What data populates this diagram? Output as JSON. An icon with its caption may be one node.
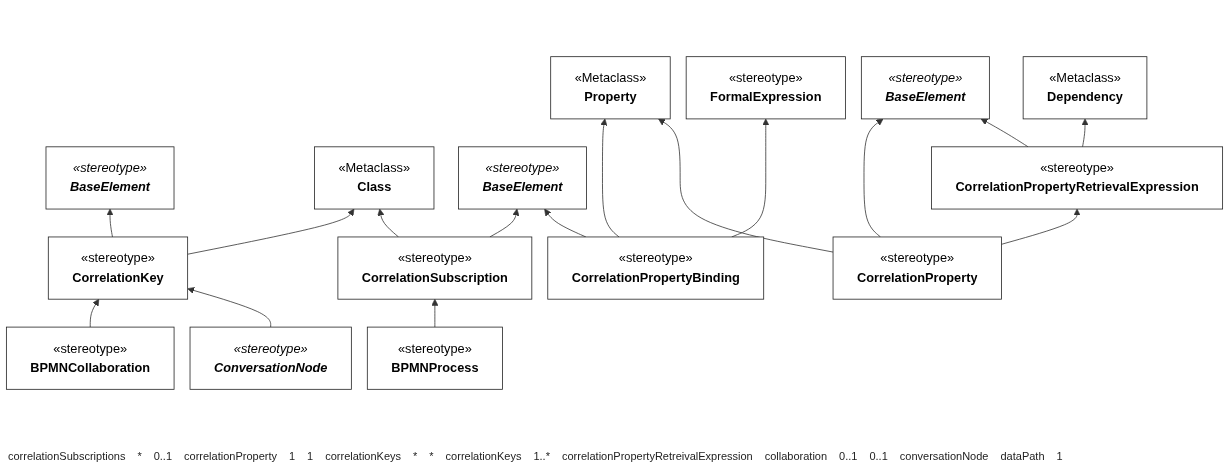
{
  "diagram": {
    "nodes": [
      {
        "text": [
          "«stereotype»",
          "BaseElement"
        ]
      },
      {
        "text": [
          "«Metaclass»",
          "Class"
        ]
      },
      {
        "text": [
          "«stereotype»",
          "BaseElement"
        ]
      },
      {
        "text": [
          "«Metaclass»",
          "Property"
        ]
      },
      {
        "text": [
          "«stereotype»",
          "BaseElement"
        ]
      },
      {
        "text": [
          "«Metaclass»",
          "Dependency"
        ]
      },
      {
        "text": [
          "«stereotype»",
          "CorrelationKey"
        ]
      },
      {
        "text": [
          "«stereotype»",
          "CorrelationSubscription"
        ]
      },
      {
        "text": [
          "«stereotype»",
          "CorrelationPropertyBinding"
        ]
      },
      {
        "text": [
          "«stereotype»",
          "CorrelationProperty"
        ]
      },
      {
        "text": [
          "«stereotype»",
          "BPMNProcess"
        ]
      },
      {
        "text": [
          "«stereotype»",
          "CorrelationPropertyRetrievalExpression"
        ]
      },
      {
        "text": [
          "«stereotype»",
          "BPMNCollaboration"
        ]
      },
      {
        "text": [
          "«stereotype»",
          "ConversationNode"
        ]
      },
      {
        "text": [
          "«stereotype»",
          "FormalExpression"
        ]
      }
    ],
    "edges": [
      {
        "from": 6,
        "to": 0,
        "arrow": "to"
      },
      {
        "from": 6,
        "to": 1,
        "arrow": "to"
      },
      {
        "from": 7,
        "to": 1,
        "arrow": "to"
      },
      {
        "from": 7,
        "to": 2,
        "arrow": "to"
      },
      {
        "from": 8,
        "to": 2,
        "arrow": "to"
      },
      {
        "from": 8,
        "to": 3,
        "arrow": "to"
      },
      {
        "from": 9,
        "to": 3,
        "arrow": "to"
      },
      {
        "from": 9,
        "to": 4,
        "arrow": "to"
      },
      {
        "from": 11,
        "to": 4,
        "arrow": "to"
      },
      {
        "from": 11,
        "to": 5,
        "arrow": "to"
      },
      {
        "from": 10,
        "to": 7,
        "arrow": "to"
      },
      {
        "from": 12,
        "to": 6,
        "arrow": "to"
      },
      {
        "from": 13,
        "to": 6,
        "arrow": "to"
      },
      {
        "from": 8,
        "to": 14,
        "arrow": "to"
      },
      {
        "from": 9,
        "to": 11,
        "arrow": "to"
      }
    ],
    "labels": [
      "correlationSubscriptions",
      "*",
      "0..1",
      "correlationProperty",
      "1",
      "1",
      "correlationKeys",
      "*",
      "*",
      "correlationKeys",
      "1..*",
      "correlationPropertyRetreivalExpression",
      "collaboration",
      "0..1",
      "0..1",
      "conversationNode",
      "dataPath",
      "1"
    ]
  }
}
